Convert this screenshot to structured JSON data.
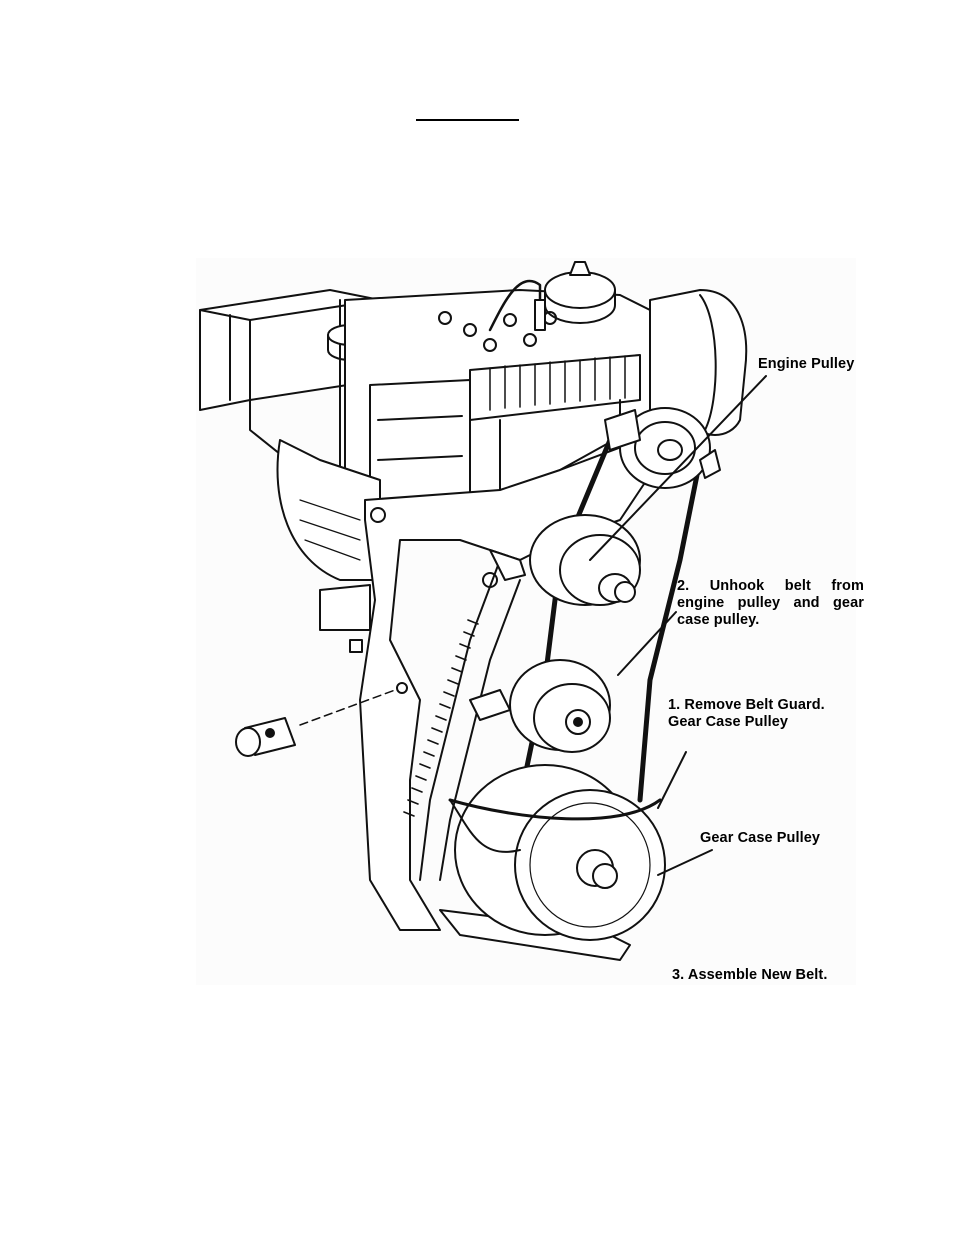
{
  "figure": {
    "callouts": {
      "engine_pulley": "Engine Pulley",
      "step2": "2. Unhook belt from engine pulley and gear case pulley.",
      "step1_line1": "1. Remove Belt Guard.",
      "step1_line2": "Gear Case Pulley",
      "gear_case_pulley": "Gear Case Pulley",
      "step3": "3. Assemble New Belt."
    }
  }
}
